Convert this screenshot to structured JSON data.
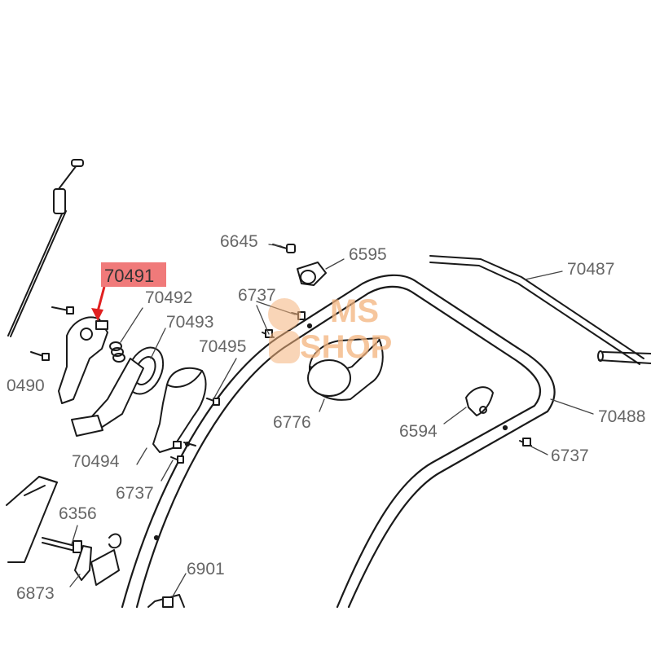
{
  "highlight": {
    "label": "70491",
    "color": "#f07a7a"
  },
  "labels": {
    "l6645": "6645",
    "l6595": "6595",
    "l70487": "70487",
    "l70492": "70492",
    "l6737a": "6737",
    "l70493": "70493",
    "l70495": "70495",
    "l0490": "0490",
    "l6776": "6776",
    "l6594": "6594",
    "l70488": "70488",
    "l6737b": "6737",
    "l70494": "70494",
    "l6737c": "6737",
    "l6356": "6356",
    "l6901": "6901",
    "l6873": "6873"
  },
  "watermark": {
    "line1": "MS",
    "line2": "SHOP",
    "color": "#f3b37d"
  }
}
